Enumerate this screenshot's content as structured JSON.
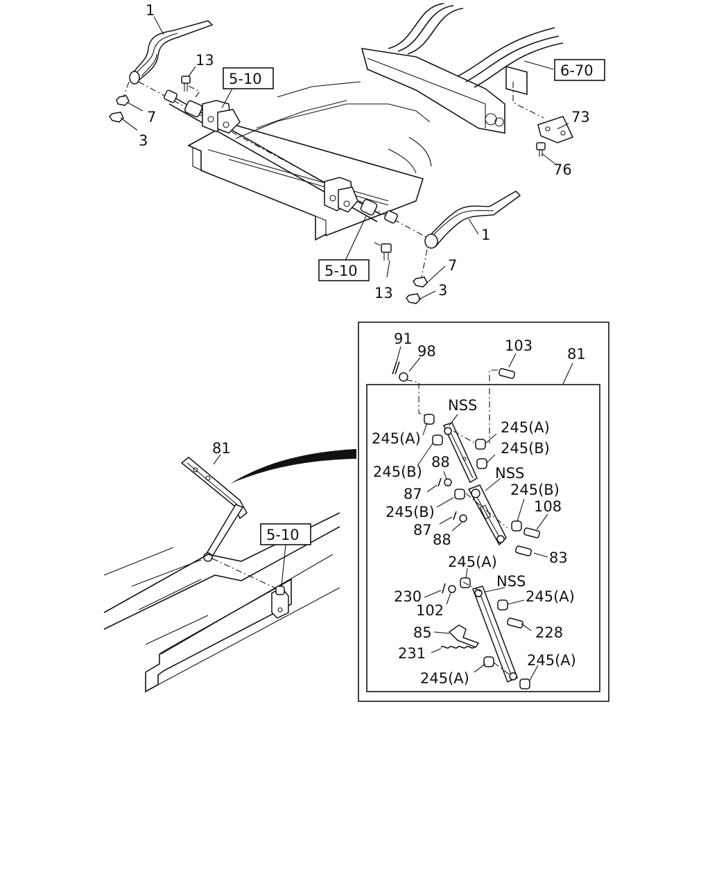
{
  "callouts": {
    "c1_top": "1",
    "c13_top": "13",
    "c7_top": "7",
    "c3_top": "3",
    "c73": "73",
    "c76": "76",
    "c1_right": "1",
    "c7_bottom": "7",
    "c3_bottom": "3",
    "c13_bottom": "13",
    "c81_pedal": "81",
    "c91": "91",
    "c98": "98",
    "c103": "103",
    "c81_box": "81",
    "nss_1": "NSS",
    "c245a_1": "245(A)",
    "c245a_2": "245(A)",
    "c245b_1": "245(B)",
    "c245b_2": "245(B)",
    "c88_1": "88",
    "c87_1": "87",
    "nss_2": "NSS",
    "c245b_3": "245(B)",
    "c108": "108",
    "c245b_4": "245(B)",
    "c87_2": "87",
    "c88_2": "88",
    "c83": "83",
    "c245a_3": "245(A)",
    "nss_3": "NSS",
    "c230": "230",
    "c102": "102",
    "c245a_4": "245(A)",
    "c85": "85",
    "c228": "228",
    "c231": "231",
    "c245a_5": "245(A)",
    "c245a_6": "245(A)"
  },
  "refs": {
    "ref_5_10_top": "5-10",
    "ref_6_70": "6-70",
    "ref_5_10_bottom": "5-10",
    "ref_5_10_pedal": "5-10"
  }
}
